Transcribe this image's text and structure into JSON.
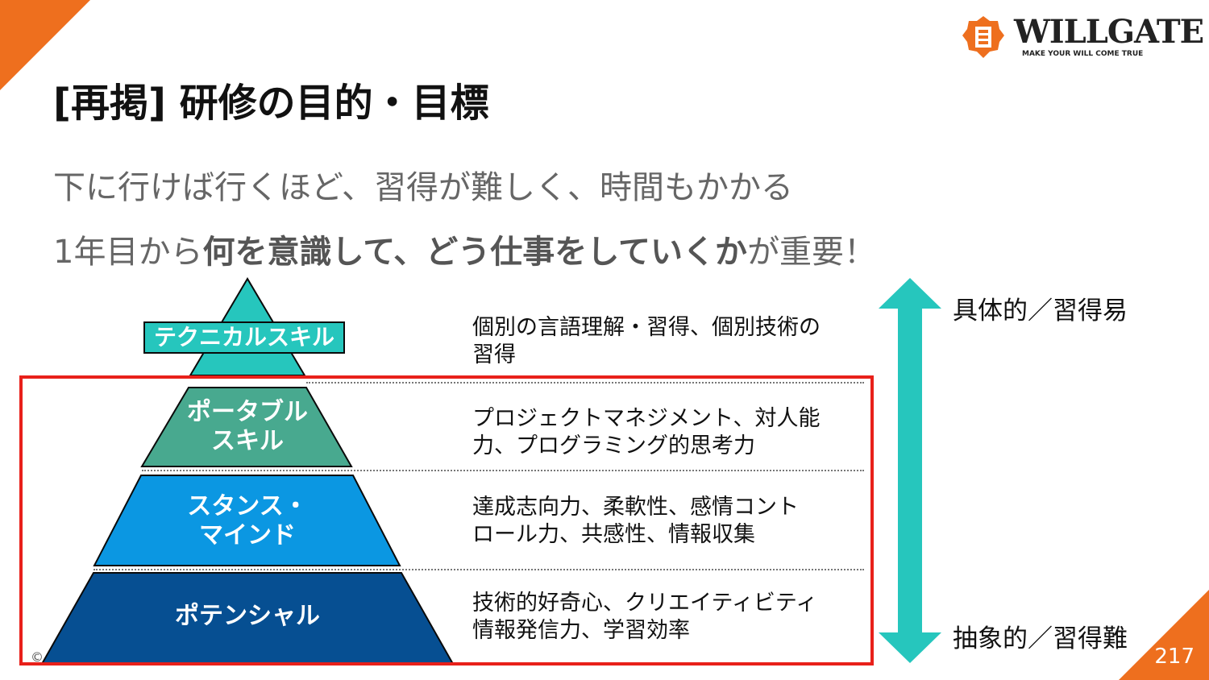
{
  "slide": {
    "title": "[再掲] 研修の目的・目標",
    "line1": "下に行けば行くほど、習得が難しく、時間もかかる",
    "line2_pre": "1年目から",
    "line2_bold": "何を意識して、どう仕事をしていくか",
    "line2_post": "が重要！",
    "page_number": "217",
    "copyright": "©"
  },
  "logo": {
    "name": "WILLGATE",
    "tagline": "MAKE YOUR WILL COME TRUE",
    "brand_color": "#ee6f1e"
  },
  "pyramid": {
    "layers": [
      {
        "label": "テクニカルスキル",
        "color": "#26c6bd",
        "description": "個別の言語理解・習得、個別技術の習得"
      },
      {
        "label": "ポータブルスキル",
        "color": "#48a98f",
        "description": "プロジェクトマネジメント、対人能力、プログラミング的思考力"
      },
      {
        "label": "スタンス・マインド",
        "color": "#0b97e2",
        "description": "達成志向力、柔軟性、感情コントロール力、共感性、情報収集"
      },
      {
        "label": "ポテンシャル",
        "color": "#064f92",
        "description": "技術的好奇心、クリエイティビティ情報発信力、学習効率"
      }
    ]
  },
  "axis": {
    "top_label": "具体的／習得易",
    "bottom_label": "抽象的／習得難",
    "arrow_color": "#26c6bd"
  },
  "highlight_color": "#e8201a"
}
